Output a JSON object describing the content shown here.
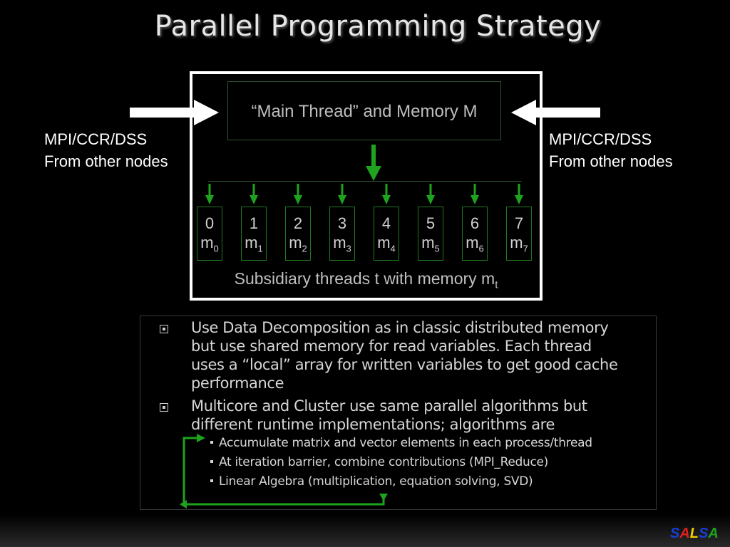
{
  "title": "Parallel Programming Strategy",
  "diagram": {
    "main_thread_label": "“Main Thread” and Memory M",
    "left_label": {
      "line1": "MPI/CCR/DSS",
      "line2": "From other nodes"
    },
    "right_label": {
      "line1": "MPI/CCR/DSS",
      "line2": "From other nodes"
    },
    "threads": [
      {
        "index": "0",
        "mem": "m",
        "sub": "0"
      },
      {
        "index": "1",
        "mem": "m",
        "sub": "1"
      },
      {
        "index": "2",
        "mem": "m",
        "sub": "2"
      },
      {
        "index": "3",
        "mem": "m",
        "sub": "3"
      },
      {
        "index": "4",
        "mem": "m",
        "sub": "4"
      },
      {
        "index": "5",
        "mem": "m",
        "sub": "5"
      },
      {
        "index": "6",
        "mem": "m",
        "sub": "6"
      },
      {
        "index": "7",
        "mem": "m",
        "sub": "7"
      }
    ],
    "caption": {
      "text": "Subsidiary threads t with memory m",
      "sub": "t"
    }
  },
  "bullets": [
    {
      "lines": [
        "Use Data Decomposition as in classic distributed memory",
        "but use shared memory for read variables. Each thread",
        "uses a “local” array for written variables to get good cache",
        "performance"
      ]
    },
    {
      "lines": [
        "Multicore and Cluster use same parallel algorithms but",
        "different runtime implementations; algorithms are"
      ]
    }
  ],
  "sub_bullets": [
    "Accumulate matrix and vector elements in each process/thread",
    "At iteration barrier, combine contributions (MPI_Reduce)",
    "Linear Algebra (multiplication, equation solving, SVD)"
  ],
  "logo": {
    "letters": [
      {
        "ch": "S",
        "color": "#1a3fd6"
      },
      {
        "ch": "A",
        "color": "#e02020"
      },
      {
        "ch": "L",
        "color": "#f0d000"
      },
      {
        "ch": "S",
        "color": "#1a3fd6"
      },
      {
        "ch": "A",
        "color": "#20a020"
      }
    ]
  },
  "colors": {
    "accent_green": "#1fa31f",
    "arrow_white": "#ffffff"
  }
}
